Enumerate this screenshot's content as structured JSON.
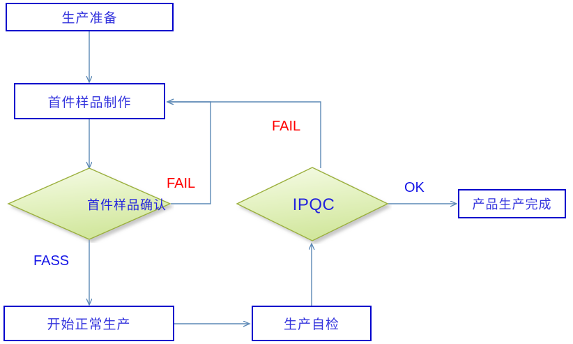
{
  "diagram": {
    "title": "Production Flow Chart",
    "type": "flowchart",
    "colors": {
      "box_border": "#0000CC",
      "box_fill": "#FFFFFF",
      "box_text": "#3333DD",
      "diamond_border": "#9BB03C",
      "diamond_fill_top": "#F2F8E0",
      "diamond_fill_bottom": "#D4E8A4",
      "diamond_text": "#2222DD",
      "connector": "#5B88B5",
      "fail_label": "#FF0000",
      "pass_label": "#1414E6"
    },
    "nodes": [
      {
        "id": "prep",
        "shape": "rect",
        "label": "生产准备"
      },
      {
        "id": "sample",
        "shape": "rect",
        "label": "首件样品制作"
      },
      {
        "id": "confirm",
        "shape": "diamond",
        "label": "首件样品确认"
      },
      {
        "id": "ipqc",
        "shape": "diamond",
        "label": "IPQC"
      },
      {
        "id": "mass",
        "shape": "rect",
        "label": "开始正常生产"
      },
      {
        "id": "selfchk",
        "shape": "rect",
        "label": "生产自检"
      },
      {
        "id": "done",
        "shape": "rect",
        "label": "产品生产完成"
      }
    ],
    "edges": [
      {
        "from": "prep",
        "to": "sample",
        "label": ""
      },
      {
        "from": "sample",
        "to": "confirm",
        "label": ""
      },
      {
        "from": "confirm",
        "to": "sample",
        "label": "FAIL",
        "label_color": "#FF0000"
      },
      {
        "from": "confirm",
        "to": "mass",
        "label": "FASS",
        "label_color": "#1414E6"
      },
      {
        "from": "mass",
        "to": "selfchk",
        "label": ""
      },
      {
        "from": "selfchk",
        "to": "ipqc",
        "label": ""
      },
      {
        "from": "ipqc",
        "to": "sample",
        "label": "FAIL",
        "label_color": "#FF0000"
      },
      {
        "from": "ipqc",
        "to": "done",
        "label": "OK",
        "label_color": "#1414E6"
      }
    ],
    "labels": {
      "fail_confirm": "FAIL",
      "fail_ipqc": "FAIL",
      "pass_confirm": "FASS",
      "ok_ipqc": "OK"
    }
  }
}
